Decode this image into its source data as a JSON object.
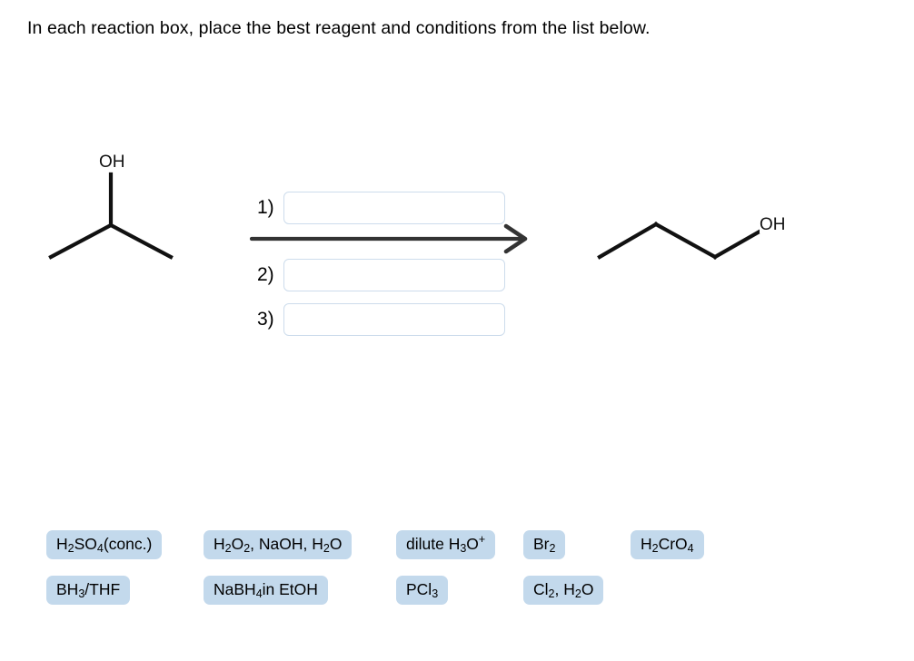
{
  "prompt": "In each reaction box, place the best reagent and conditions from the list below.",
  "scheme": {
    "reactant": {
      "name": "2-propanol",
      "label": "OH",
      "skeletal": "isopropanol: central carbon bearing hydroxyl, two methyl branches"
    },
    "product": {
      "name": "1-propanol",
      "label": "OH",
      "skeletal": "propan-1-ol: three-carbon zigzag chain terminating in hydroxyl"
    },
    "arrow": "reaction-arrow-right",
    "steps": [
      {
        "number": "1)",
        "value": "",
        "placeholder": ""
      },
      {
        "number": "2)",
        "value": "",
        "placeholder": ""
      },
      {
        "number": "3)",
        "value": "",
        "placeholder": ""
      }
    ]
  },
  "reagents": {
    "row1": [
      {
        "html": "H<sub>2</sub>SO<sub>4</sub> (conc.)",
        "text": "H2SO4 (conc.)"
      },
      {
        "html": "H<sub>2</sub>O<sub>2</sub>, NaOH, H<sub>2</sub>O",
        "text": "H2O2, NaOH, H2O"
      },
      {
        "html": "dilute H<sub>3</sub>O<sup>+</sup>",
        "text": "dilute H3O+"
      },
      {
        "html": "Br<sub>2</sub>",
        "text": "Br2"
      },
      {
        "html": "H<sub>2</sub>CrO<sub>4</sub>",
        "text": "H2CrO4"
      }
    ],
    "row2": [
      {
        "html": "BH<sub>3</sub>/THF",
        "text": "BH3/THF"
      },
      {
        "html": "NaBH<sub>4</sub> in EtOH",
        "text": "NaBH4 in EtOH"
      },
      {
        "html": "PCl<sub>3</sub>",
        "text": "PCl3"
      },
      {
        "html": "Cl<sub>2</sub>, H<sub>2</sub>O",
        "text": "Cl2, H2O"
      }
    ]
  },
  "colors": {
    "chip_fill": "#c3d9ec",
    "box_border": "#cddcec",
    "bond": "#111111",
    "arrow": "#333333",
    "text": "#000000"
  }
}
